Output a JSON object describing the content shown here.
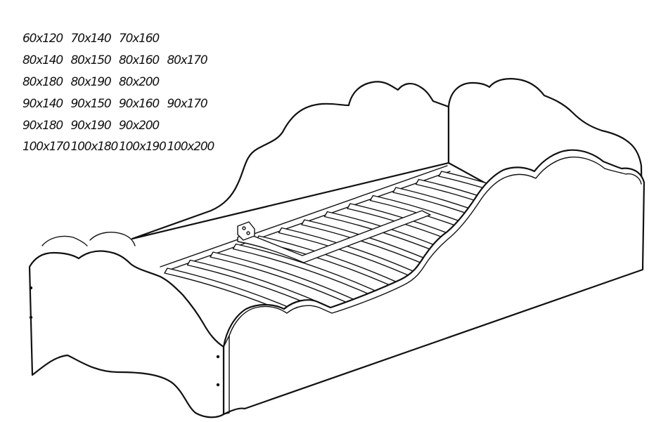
{
  "bed_sizes": [
    [
      "60x120",
      "70x140",
      "70x160"
    ],
    [
      "80x140",
      "80x150",
      "80x160",
      "80x170"
    ],
    [
      "80x180",
      "80x190",
      "80x200"
    ],
    [
      "90x140",
      "90x150",
      "90x160",
      "90x170"
    ],
    [
      "90x180",
      "90x190",
      "90x200"
    ],
    [
      "100x170",
      "100x180",
      "100x190",
      "100x200"
    ]
  ],
  "line_color": "#111111",
  "background_color": "#ffffff"
}
